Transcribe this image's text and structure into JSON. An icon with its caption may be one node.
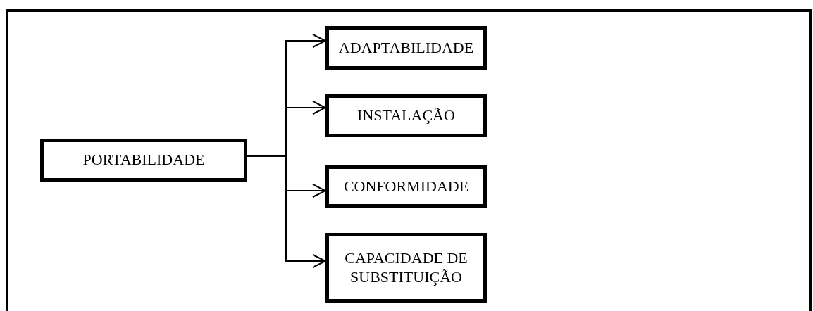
{
  "diagram": {
    "nodes": [
      {
        "text": [
          "PORTABILIDADE"
        ]
      },
      {
        "text": [
          "ADAPTABILIDADE"
        ]
      },
      {
        "text": [
          "INSTALAÇÃO"
        ]
      },
      {
        "text": [
          "CONFORMIDADE"
        ]
      },
      {
        "text": [
          "CAPACIDADE DE SUBSTITUIÇÃO"
        ]
      }
    ],
    "edges": [
      {
        "from": 0,
        "to": 1,
        "arrow": "to"
      },
      {
        "from": 0,
        "to": 2,
        "arrow": "to"
      },
      {
        "from": 0,
        "to": 3,
        "arrow": "to"
      },
      {
        "from": 0,
        "to": 4,
        "arrow": "to"
      }
    ]
  }
}
